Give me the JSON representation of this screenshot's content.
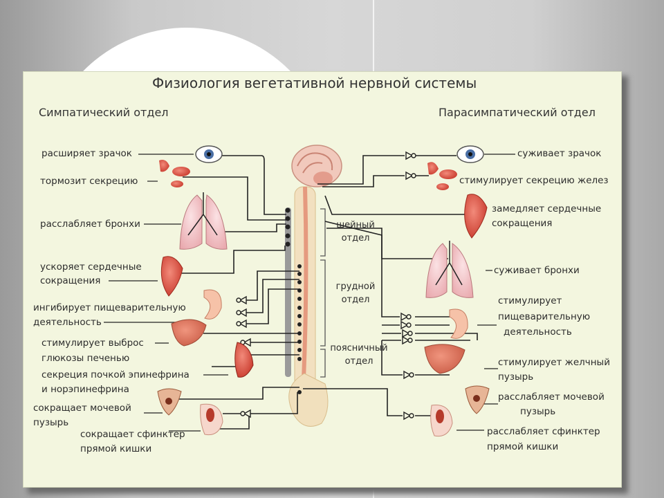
{
  "title": "Физиология вегетативной нервной системы",
  "sympathetic": {
    "heading": "Симпатический отдел",
    "labels": [
      "расширяет зрачок",
      "тормозит секрецию",
      "расслабляет бронхи",
      "ускоряет сердечные",
      "сокращения",
      "ингибирует пищеварительную",
      "деятельность",
      "стимулирует выброс",
      "глюкозы печенью",
      "секреция почкой эпинефрина",
      "и норэпинефрина",
      "сокращает мочевой",
      "пузырь",
      "сокращает сфинктер",
      "прямой кишки"
    ]
  },
  "parasympathetic": {
    "heading": "Парасимпатический отдел",
    "labels": [
      "суживает зрачок",
      "стимулирует секрецию желез",
      "замедляет сердечные",
      "сокращения",
      "суживает бронхи",
      "стимулирует",
      "пищеварительную",
      "деятельность",
      "стимулирует желчный",
      "пузырь",
      "расслабляет мочевой",
      "пузырь",
      "расслабляет сфинктер",
      "прямой кишки"
    ]
  },
  "spine": {
    "cervical": [
      "шейный",
      "отдел"
    ],
    "thoracic": [
      "грудной",
      "отдел"
    ],
    "lumbar": [
      "поясничный",
      "отдел"
    ]
  },
  "colors": {
    "panel": "#f3f6df",
    "line": "#222222",
    "organ": "#d94a3a",
    "bone": "#e8d3a8",
    "chain": "#8f8f8f"
  }
}
